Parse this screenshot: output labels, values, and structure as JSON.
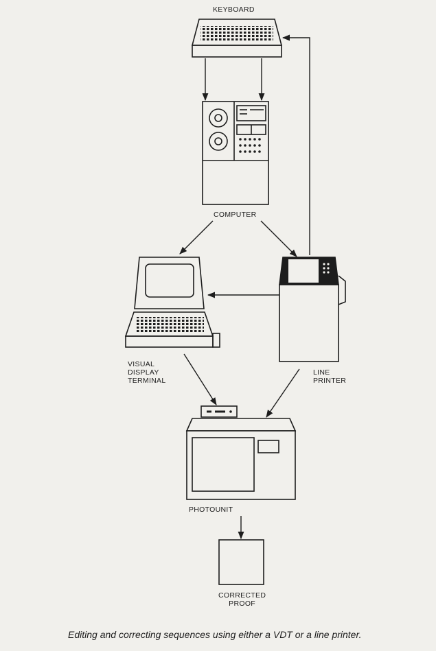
{
  "labels": {
    "keyboard": "KEYBOARD",
    "computer": "COMPUTER",
    "vdt_line1": "VISUAL",
    "vdt_line2": "DISPLAY",
    "vdt_line3": "TERMINAL",
    "printer_line1": "LINE",
    "printer_line2": "PRINTER",
    "photounit": "PHOTOUNIT",
    "proof_line1": "CORRECTED",
    "proof_line2": "PROOF"
  },
  "caption": "Editing and correcting sequences using either a VDT or a line printer.",
  "colors": {
    "ink": "#1d1d1d",
    "paper": "#f1f0ec"
  }
}
